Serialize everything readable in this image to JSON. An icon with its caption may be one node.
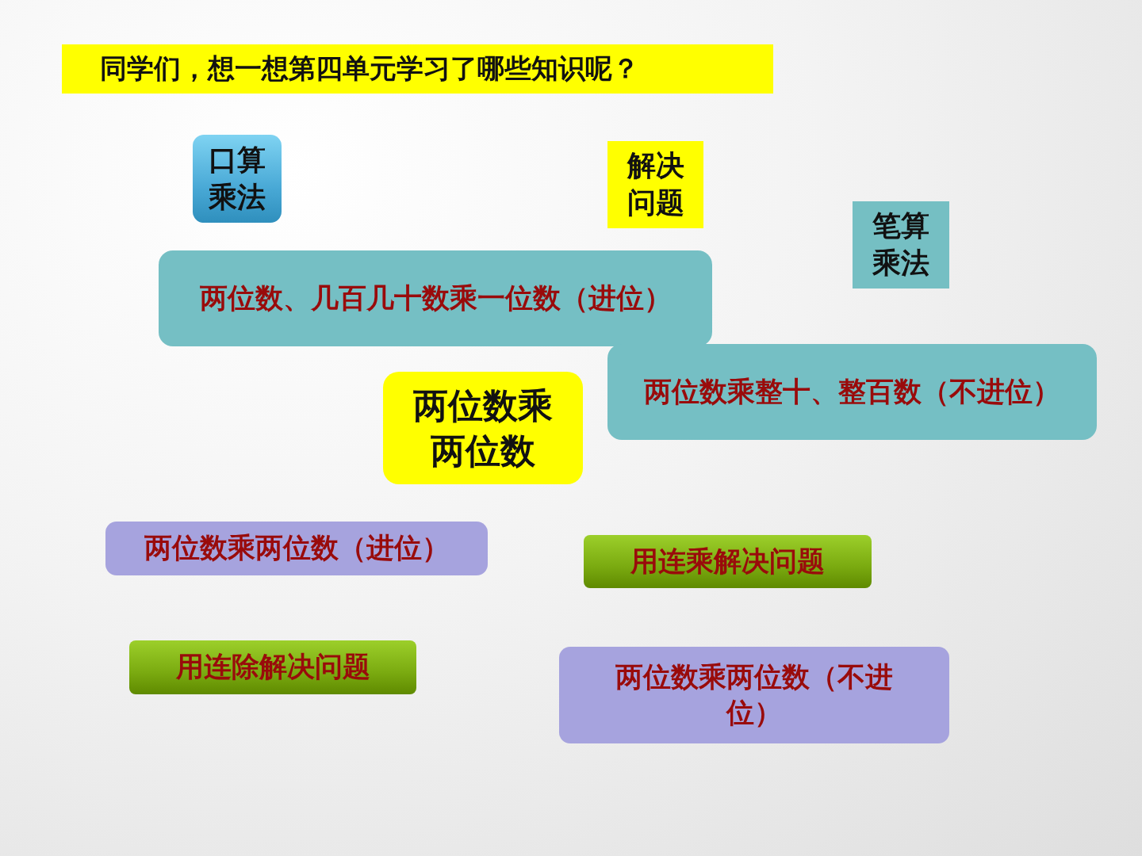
{
  "diagram": {
    "title": "同学们，想一想第四单元学习了哪些知识呢？",
    "nodes": [
      {
        "text": [
          "口算乘法"
        ]
      },
      {
        "text": [
          "解决问题"
        ]
      },
      {
        "text": [
          "笔算乘法"
        ]
      },
      {
        "text": [
          "两位数、几百几十数乘一位数（进位）"
        ]
      },
      {
        "text": [
          "两位数乘整十、整百数（不进位）"
        ]
      },
      {
        "text": [
          "两位数乘两位数"
        ]
      },
      {
        "text": [
          "两位数乘两位数（进位）"
        ]
      },
      {
        "text": [
          "用连乘解决问题"
        ]
      },
      {
        "text": [
          "用连除解决问题"
        ]
      },
      {
        "text": [
          "两位数乘两位数（不进位）"
        ]
      }
    ],
    "edges": []
  }
}
